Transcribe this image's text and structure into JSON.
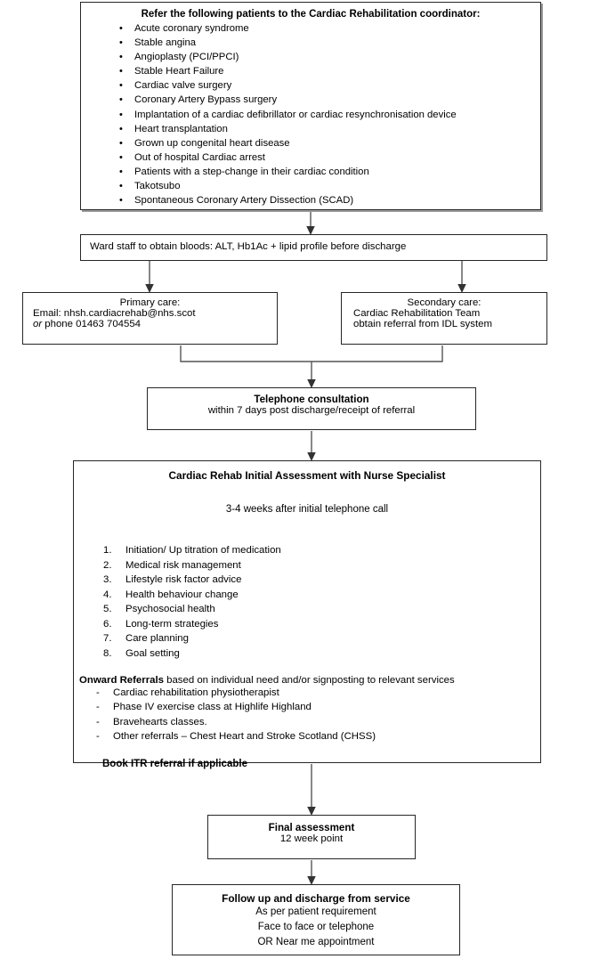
{
  "diagram": {
    "title": "Cardiac Rehabilitation referral pathway flowchart",
    "referral_box": {
      "heading": "Refer the following patients to the Cardiac Rehabilitation coordinator:",
      "items": [
        "Acute coronary syndrome",
        "Stable angina",
        "Angioplasty (PCI/PPCI)",
        "Stable Heart Failure",
        "Cardiac valve surgery",
        "Coronary Artery Bypass surgery",
        "Implantation of a cardiac defibrillator or cardiac resynchronisation device",
        "Heart transplantation",
        "Grown up congenital heart disease",
        "Out of hospital Cardiac arrest",
        "Patients with a step-change in their cardiac condition",
        "Takotsubo",
        "Spontaneous Coronary Artery Dissection (SCAD)"
      ]
    },
    "ward_box": {
      "text": "Ward staff to obtain bloods: ALT, Hb1Ac + lipid profile before discharge"
    },
    "primary_care_box": {
      "line1": "Primary care:",
      "line2": "Email: nhsh.cardiacrehab@nhs.scot",
      "line3_italic": "or",
      "line3_rest": " phone 01463 704554"
    },
    "secondary_care_box": {
      "line1": "Secondary care:",
      "line2": "Cardiac Rehabilitation Team",
      "line3": "obtain referral from IDL system"
    },
    "telephone_box": {
      "line1": "Telephone consultation",
      "line2": "within 7 days post discharge/receipt of referral"
    },
    "assessment_box": {
      "heading": "Cardiac Rehab Initial Assessment with Nurse Specialist",
      "subheading": "3-4 weeks after initial telephone call",
      "numbered_items": [
        "Initiation/ Up titration of medication",
        "Medical risk management",
        "Lifestyle risk factor advice",
        "Health behaviour change",
        "Psychosocial health",
        "Long-term strategies",
        "Care planning",
        "Goal setting"
      ],
      "onward_bold": "Onward Referrals",
      "onward_rest": " based on individual need and/or signposting to relevant services",
      "onward_items": [
        "Cardiac rehabilitation physiotherapist",
        "Phase IV exercise class at Highlife Highland",
        "Bravehearts classes.",
        "Other referrals – Chest Heart and Stroke Scotland (CHSS)"
      ],
      "footer": "Book ITR referral if applicable"
    },
    "final_box": {
      "line1": "Final assessment",
      "line2": "12 week point"
    },
    "followup_box": {
      "line1": "Follow up and discharge from service",
      "line2": "As per patient requirement",
      "line3": "Face to face or telephone",
      "line4": "OR Near me appointment"
    },
    "colors": {
      "border": "#262626",
      "connector": "#555555",
      "background": "#ffffff",
      "text": "#000000"
    }
  }
}
